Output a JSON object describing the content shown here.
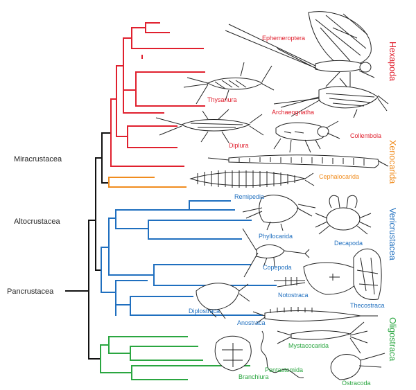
{
  "groups": {
    "miracrustacea": "Miracrustacea",
    "altocrustacea": "Altocrustacea",
    "pancrustacea": "Pancrustacea"
  },
  "clades": {
    "hexapoda": "Hexapoda",
    "xenocarida": "Xenocarida",
    "vericrustacea": "Vericrustacea",
    "oligostraca": "Oligostraca"
  },
  "taxa": {
    "ephemeroptera": "Ephemeroptera",
    "thysanura": "Thysanura",
    "archaeognatha": "Archaeognatha",
    "diplura": "Diplura",
    "collembola": "Collembola",
    "cephalocarida": "Cephalocarida",
    "remipedia": "Remipedia",
    "phyllocarida": "Phyllocarida",
    "decapoda": "Decapoda",
    "copepoda": "Copepoda",
    "notostraca": "Notostraca",
    "thecostraca": "Thecostraca",
    "diplostraca": "Diplostraca",
    "anostraca": "Anostraca",
    "mystacocarida": "Mystacocarida",
    "pentastomida": "Pentastomida",
    "branchiura": "Branchiura",
    "ostracoda": "Ostracoda"
  },
  "colors": {
    "hexapoda": "#e0202e",
    "xenocarida": "#f08c1e",
    "vericrustacea": "#1f6fbf",
    "oligostraca": "#2aa640",
    "backbone": "#111111"
  },
  "icons": [
    "mayfly-icon",
    "silverfish-icon",
    "bristletail-icon",
    "dipluran-icon",
    "springtail-icon",
    "cephalocarid-icon",
    "remipede-icon",
    "phyllocarid-icon",
    "crab-icon",
    "copepod-icon",
    "tadpole-shrimp-icon",
    "barnacle-icon",
    "water-flea-icon",
    "fairy-shrimp-icon",
    "mystacocarid-icon",
    "tongue-worm-icon",
    "fish-louse-icon",
    "ostracod-icon"
  ]
}
